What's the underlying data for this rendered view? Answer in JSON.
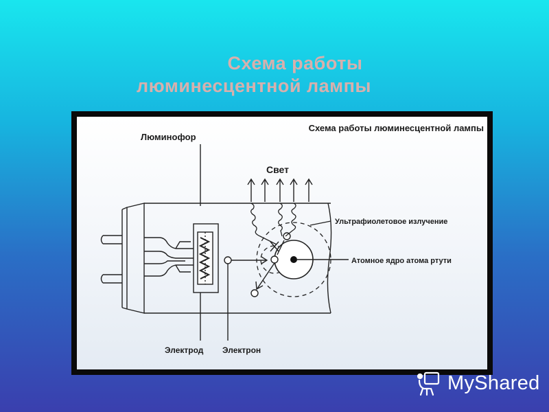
{
  "slide": {
    "title_line1": "Схема работы",
    "title_line2": "люминесцентной лампы"
  },
  "diagram": {
    "inner_title": "Схема работы люминесцентной лампы",
    "labels": {
      "phosphor": "Люминофор",
      "light": "Свет",
      "uv": "Ультрафиолетовое излучение",
      "nucleus": "Атомное ядро атома ртути",
      "electrode": "Электрод",
      "electron": "Электрон"
    }
  },
  "watermark": {
    "text": "MyShared",
    "icon": "presentation-board-icon"
  }
}
